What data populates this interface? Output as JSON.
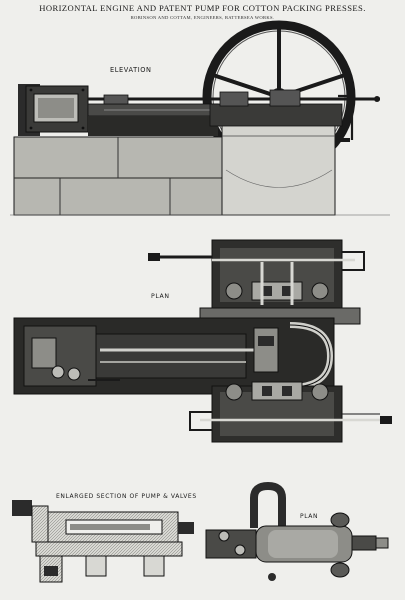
{
  "header": {
    "title": "HORIZONTAL ENGINE AND PATENT PUMP FOR COTTON PACKING PRESSES.",
    "subtitle": "ROBINSON AND COTTAM, ENGINEERS, BATTERSEA WORKS."
  },
  "views": {
    "elevation_label": "ELEVATION",
    "plan_label": "PLAN",
    "section_label": "ENLARGED SECTION OF PUMP & VALVES",
    "pump_plan_label": "PLAN"
  },
  "colors": {
    "paper": "#efefec",
    "ink": "#1a1a1a",
    "dark": "#2b2b2b",
    "mid": "#8a8a86",
    "light": "#c9c9c4"
  }
}
